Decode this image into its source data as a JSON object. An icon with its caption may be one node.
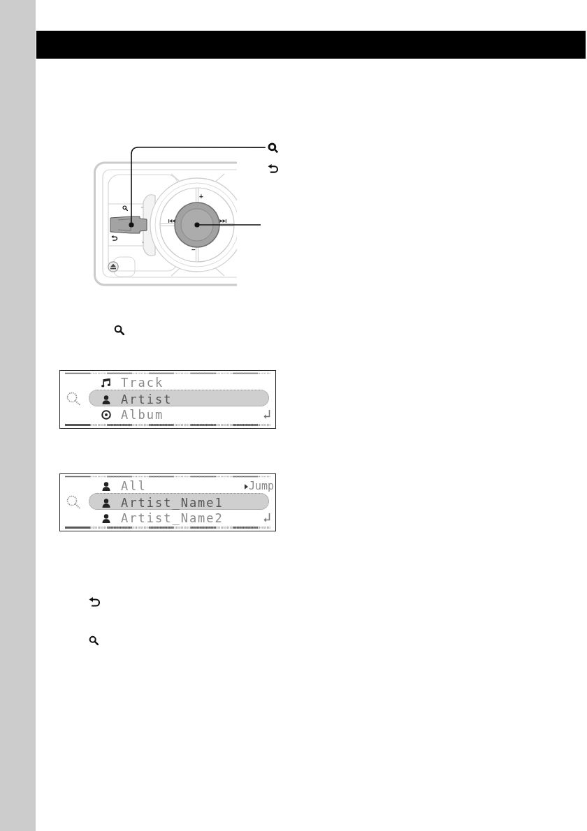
{
  "diagram": {
    "nodes": [
      {
        "text": [],
        "shape": "picture"
      },
      {
        "text": [],
        "shape": "picture"
      },
      {
        "text": [],
        "shape": "circle",
        "beside": [
          "+",
          "–"
        ]
      },
      {
        "text": [
          "Track",
          "Artist",
          "Album"
        ]
      },
      {
        "text": [
          "All",
          "Jump",
          "Artist_Name1",
          "Artist_Name2"
        ]
      }
    ],
    "edges": [
      {
        "from": 0,
        "to": 1,
        "arrow": "other"
      },
      {
        "from": null,
        "to": 2,
        "arrow": "other"
      }
    ]
  }
}
